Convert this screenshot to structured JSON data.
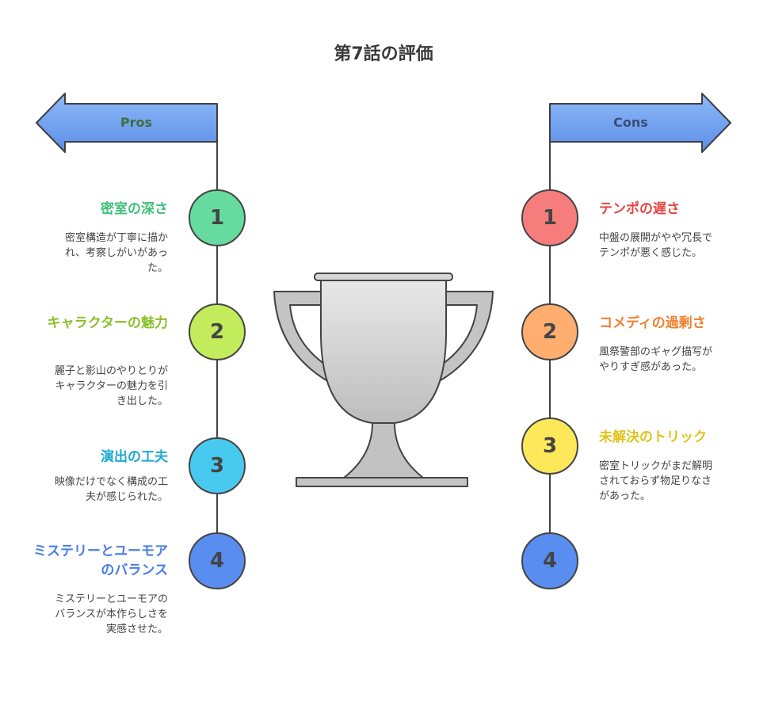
{
  "title": "第7話の評価",
  "pros": {
    "label": "Pros",
    "items": [
      {
        "num": "1",
        "title": "密室の深さ",
        "desc": "密室構造が丁寧に描かれ、考察しがいがあった。",
        "color": "#66dba0",
        "title_color": "#3fbf7a"
      },
      {
        "num": "2",
        "title": "キャラクターの魅力",
        "desc": "麗子と影山のやりとりがキャラクターの魅力を引き出した。",
        "color": "#c2ec5c",
        "title_color": "#8cbf2a"
      },
      {
        "num": "3",
        "title": "演出の工夫",
        "desc": "映像だけでなく構成の工夫が感じられた。",
        "color": "#48c9f0",
        "title_color": "#1fa8d6"
      },
      {
        "num": "4",
        "title": "ミステリーとユーモアのバランス",
        "desc": "ミステリーとユーモアのバランスが本作らしさを実感させた。",
        "color": "#5a8df0",
        "title_color": "#4a7ee6"
      }
    ]
  },
  "cons": {
    "label": "Cons",
    "items": [
      {
        "num": "1",
        "title": "テンポの遅さ",
        "desc": "中盤の展開がやや冗長でテンポが悪く感じた。",
        "color": "#f77d7d",
        "title_color": "#e64545"
      },
      {
        "num": "2",
        "title": "コメディの過剰さ",
        "desc": "風祭警部のギャグ描写がやりすぎ感があった。",
        "color": "#ffae70",
        "title_color": "#ef8030"
      },
      {
        "num": "3",
        "title": "未解決のトリック",
        "desc": "密室トリックがまだ解明されておらず物足りなさがあった。",
        "color": "#fde85a",
        "title_color": "#e0c21a"
      },
      {
        "num": "4",
        "title": "",
        "desc": "",
        "color": "#5a8df0",
        "title_color": "#4a7ee6"
      }
    ]
  },
  "colors": {
    "arrow_fill": "#6fa1f0",
    "arrow_stroke": "#3f3f3f",
    "trophy": "#c9c9c9"
  },
  "icons": {
    "trophy": "trophy-icon"
  }
}
